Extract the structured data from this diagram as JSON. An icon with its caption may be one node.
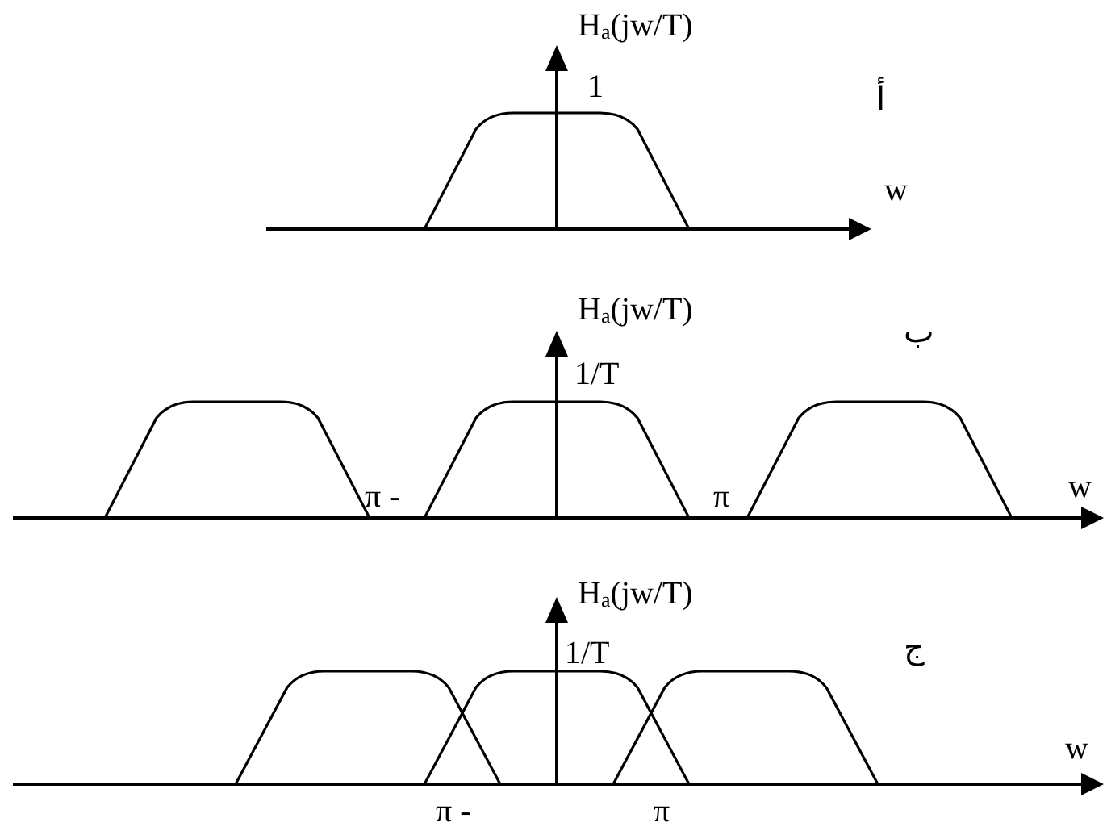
{
  "diagram": {
    "labels": [
      "H$_{a}$(jw/T)",
      "1",
      "أ",
      "w",
      "H$_{a}$(jw/T)",
      "ب",
      "1/T",
      "π -",
      "π",
      "w",
      "H$_{a}$(jw/T)",
      "1/T",
      "ج",
      "w",
      "π -",
      "π"
    ]
  }
}
